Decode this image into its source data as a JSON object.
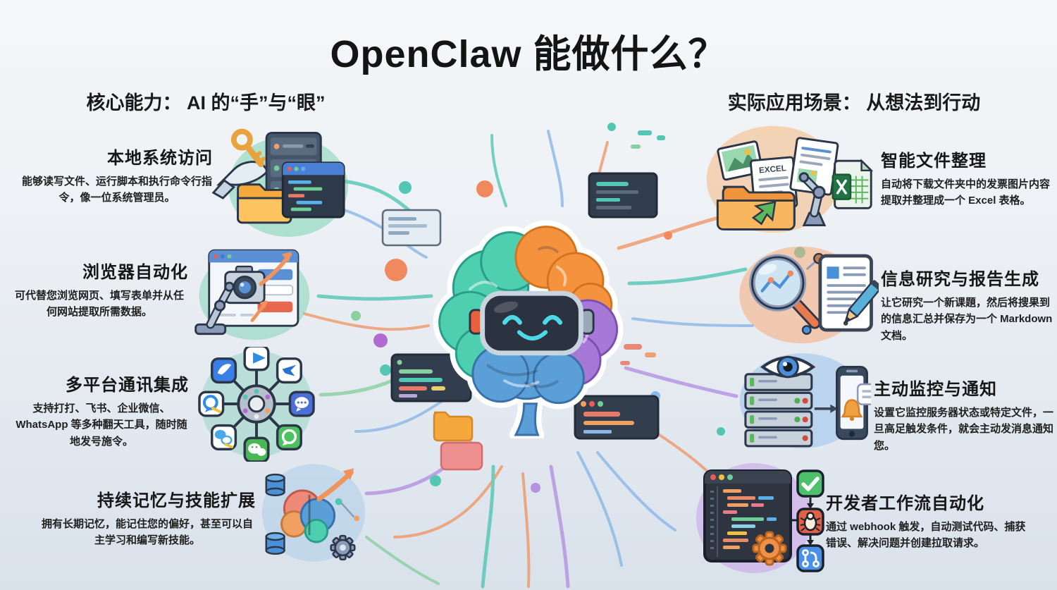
{
  "title": "OpenClaw 能做什么？",
  "left_column": {
    "header": "核心能力： AI 的“手”与“眼”",
    "sections": [
      {
        "title": "本地系统访问",
        "description": "能够读写文件、运行脚本和执行命令行指令，像一位系统管理员。",
        "icon": "robot-hand-key-server-folder-code"
      },
      {
        "title": "浏览器自动化",
        "description": "可代替您浏览网页、填写表单并从任何网站提取所需数据。",
        "icon": "robot-arm-camera-browser"
      },
      {
        "title": "多平台通讯集成",
        "description": "支持打打、飞书、企业微信、WhatsApp 等多种翻天工具，随时随地发号施令。",
        "icon": "chat-apps-hub"
      },
      {
        "title": "持续记忆与技能扩展",
        "description": "拥有长期记忆，能记住您的偏好，甚至可以自主学习和编写新技能。",
        "icon": "brain-arrow-database-gear"
      }
    ]
  },
  "right_column": {
    "header": "实际应用场景： 从想法到行动",
    "sections": [
      {
        "title": "智能文件整理",
        "description": "自动将下载文件夹中的发票图片内容提取并整理成一个 Excel 表格。",
        "icon": "folder-robot-arm-excel",
        "icon_label": "EXCEL"
      },
      {
        "title": "信息研究与报告生成",
        "description": "让它研究一个新课題，然后将搜果到的信息汇总并保存为一个 Markdown 文档。",
        "icon": "magnifier-chart-document-pencil"
      },
      {
        "title": "主动监控与通知",
        "description": "设置它监控服务器状态或特定文件，一旦高足触发条件，就会主动发消息通知您。",
        "icon": "eye-server-phone-bell"
      },
      {
        "title": "开发者工作流自动化",
        "description": "通过 webhook 触发，自动测试代码、捕获错误、解决问题并创建拉取请求。",
        "icon": "code-editor-check-bug-pullrequest"
      }
    ]
  },
  "center": {
    "illustration": "brain-robot",
    "colors": {
      "brain_teal": "#4ecfb0",
      "brain_orange": "#f5923e",
      "brain_purple": "#a678d8",
      "brain_blue": "#5a9fd8",
      "visor": "#2b3240",
      "face": "#4fd8e8",
      "line_teal": "#52c7b4",
      "line_blue": "#8ab8e8",
      "line_orange": "#f09868",
      "line_purple": "#b492e0",
      "line_green": "#88d0a0",
      "line_red": "#e88878"
    }
  }
}
